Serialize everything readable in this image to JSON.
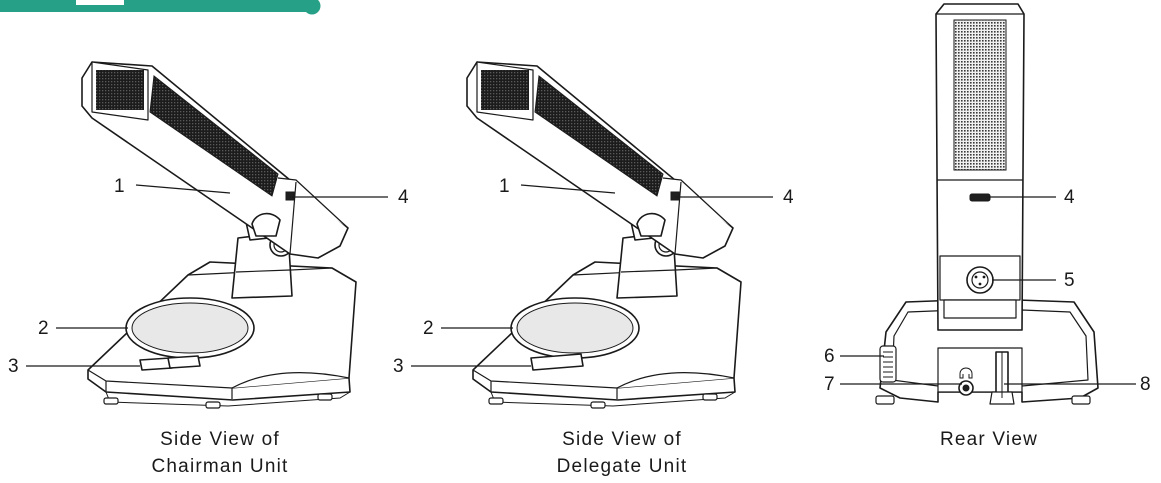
{
  "colors": {
    "accent": "#27a088",
    "line": "#1a1a1a"
  },
  "views": [
    {
      "caption_line1": "Side View of",
      "caption_line2": "Chairman Unit",
      "callouts": [
        "1",
        "2",
        "3",
        "4"
      ]
    },
    {
      "caption_line1": "Side View of",
      "caption_line2": "Delegate Unit",
      "callouts": [
        "1",
        "2",
        "3",
        "4"
      ]
    },
    {
      "caption_line1": "Rear View",
      "callouts": [
        "4",
        "5",
        "6",
        "7",
        "8"
      ]
    }
  ]
}
